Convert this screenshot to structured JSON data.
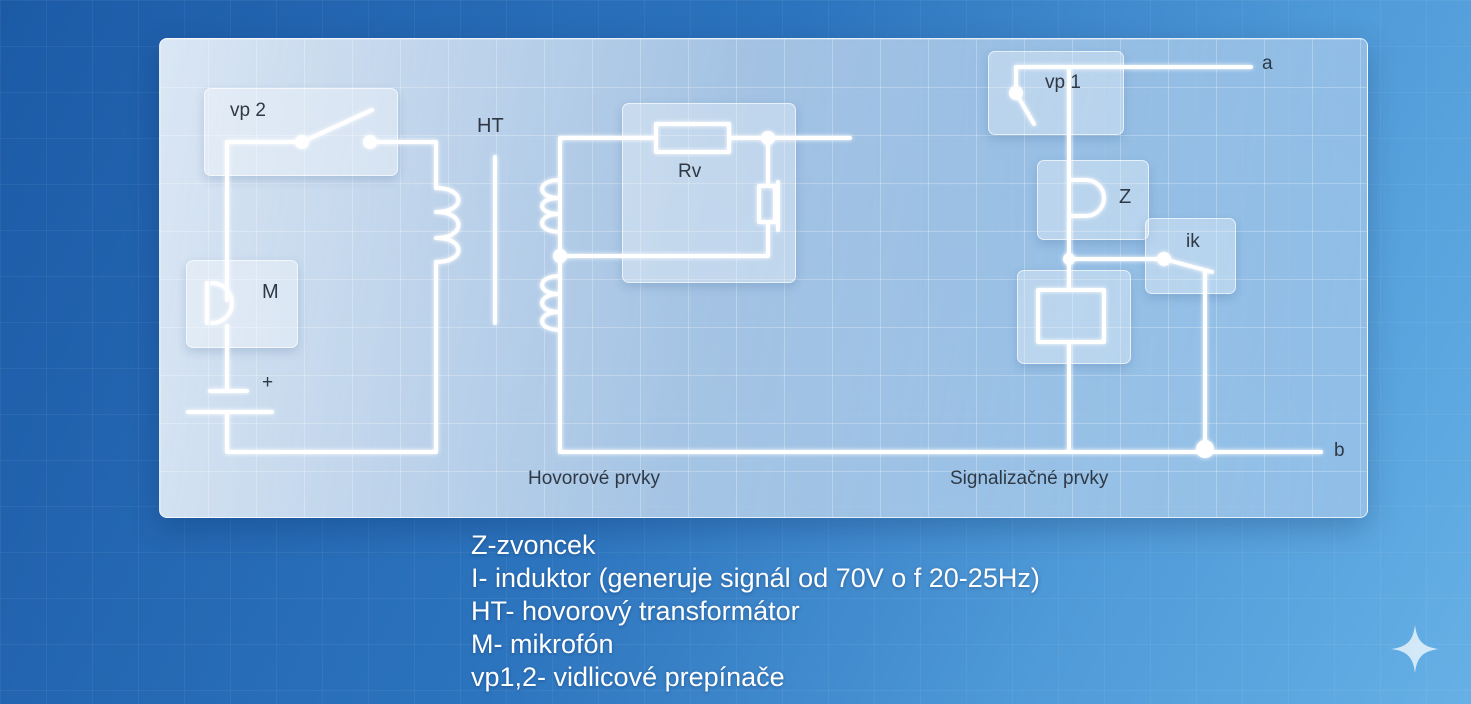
{
  "labels": {
    "vp2": "vp 2",
    "ht": "HT",
    "rv": "Rv",
    "m": "M",
    "plus": "+",
    "vp1": "vp 1",
    "z": "Z",
    "ik": "ik",
    "a": "a",
    "b": "b",
    "hovorove": "Hovorové prvky",
    "signalizacne": "Signalizačné prvky"
  },
  "legend": [
    "Z-zvoncek",
    "I- induktor (generuje signál od 70V o f 20-25Hz)",
    "HT- hovorový transformátor",
    "M- mikrofón",
    "vp1,2-  vidlicové prepínače"
  ],
  "colors": {
    "wire": "#ffffff",
    "label": "#2f3945",
    "background": "#2c74be"
  },
  "icons": {
    "corner": "sparkle-icon"
  }
}
